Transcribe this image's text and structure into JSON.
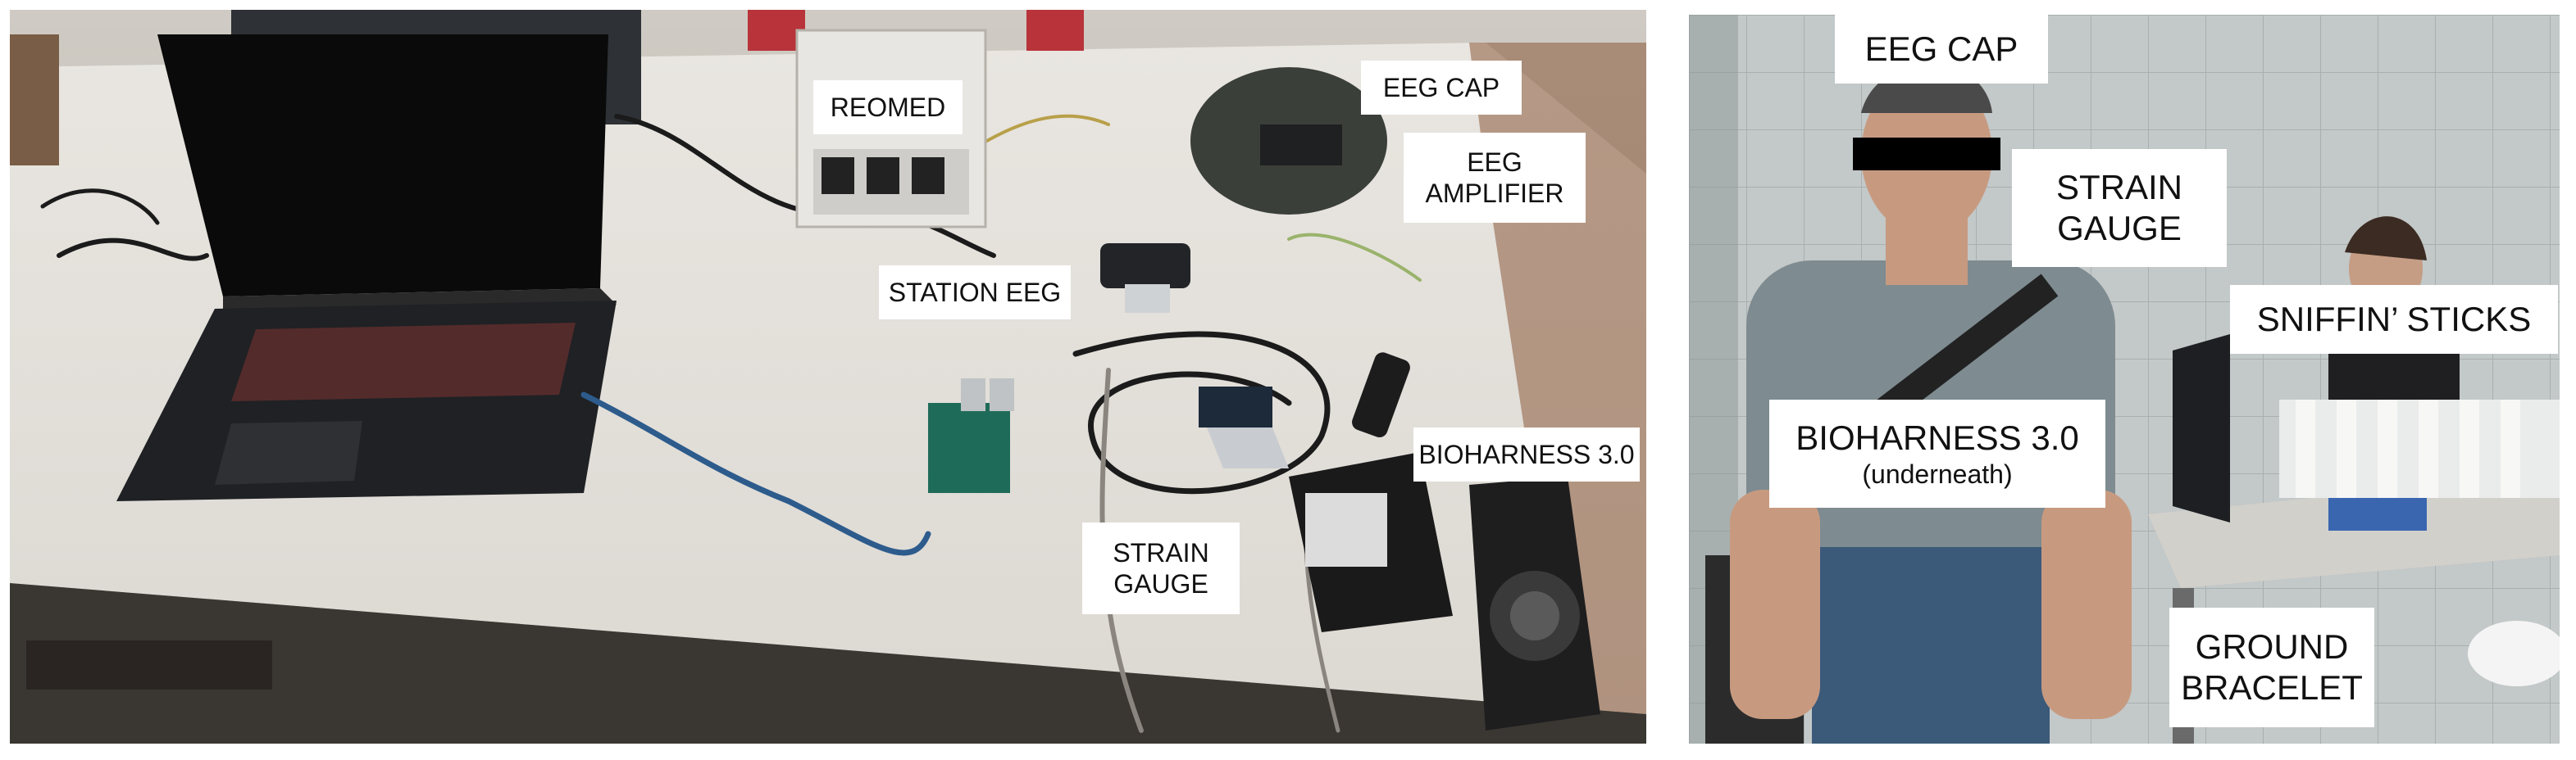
{
  "photos": [
    {
      "id": "left",
      "labels": [
        {
          "key": "reomed",
          "lines": [
            "REOMED"
          ]
        },
        {
          "key": "eeg-cap",
          "lines": [
            "EEG CAP"
          ]
        },
        {
          "key": "eeg-amplifier",
          "lines": [
            "EEG",
            "AMPLIFIER"
          ]
        },
        {
          "key": "station-eeg",
          "lines": [
            "STATION EEG"
          ]
        },
        {
          "key": "bioharness",
          "lines": [
            "BIOHARNESS 3.0"
          ]
        },
        {
          "key": "strain-gauge",
          "lines": [
            "STRAIN",
            "GAUGE"
          ]
        }
      ]
    },
    {
      "id": "right",
      "labels": [
        {
          "key": "eeg-cap",
          "lines": [
            "EEG CAP"
          ]
        },
        {
          "key": "strain-gauge",
          "lines": [
            "STRAIN",
            "GAUGE"
          ]
        },
        {
          "key": "sniffin-sticks",
          "lines": [
            "SNIFFIN’ STICKS"
          ]
        },
        {
          "key": "bioharness",
          "lines": [
            "BIOHARNESS 3.0"
          ],
          "sub": "(underneath)"
        },
        {
          "key": "ground-bracelet",
          "lines": [
            "GROUND",
            "BRACELET"
          ]
        }
      ]
    }
  ]
}
